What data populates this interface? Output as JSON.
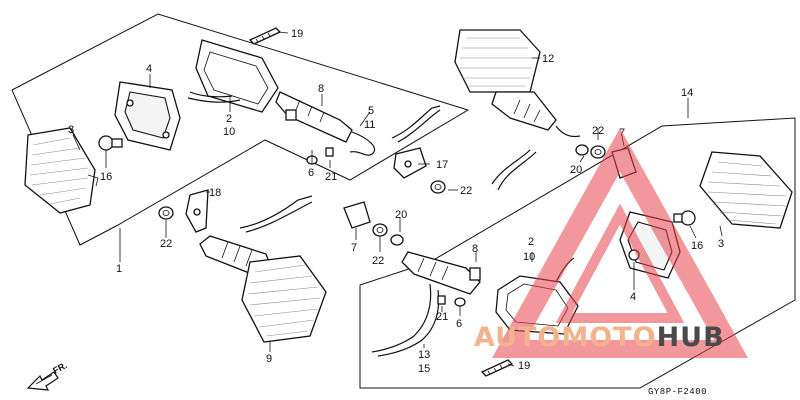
{
  "callouts": [
    "19",
    "4",
    "2",
    "10",
    "8",
    "5",
    "11",
    "3",
    "16",
    "6",
    "21",
    "12",
    "17",
    "22",
    "7",
    "20",
    "14",
    "18",
    "1",
    "9",
    "13",
    "15"
  ],
  "diagram_code": "GY8P-F2400",
  "direction_label": "FR.",
  "watermark": {
    "brand_part_a": "AUTOMOTO",
    "brand_part_b": "HUB",
    "accent": "#e8434a"
  }
}
